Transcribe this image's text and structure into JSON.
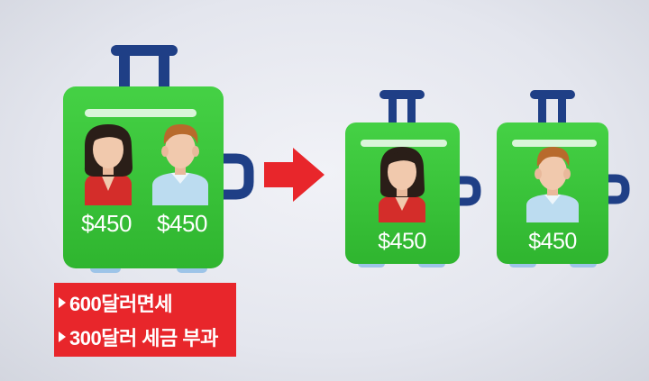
{
  "big_suitcase": {
    "price_left": "$450",
    "price_right": "$450"
  },
  "small_suitcase_woman": {
    "price": "$450"
  },
  "small_suitcase_man": {
    "price": "$450"
  },
  "info_box": {
    "line1": "600달러면세",
    "line2": "300달러 세금 부과"
  },
  "colors": {
    "suitcase_green": "#3cc83c",
    "handle_navy": "#1f3f86",
    "arrow_red": "#e8262b",
    "info_box_red": "#e8262b"
  }
}
